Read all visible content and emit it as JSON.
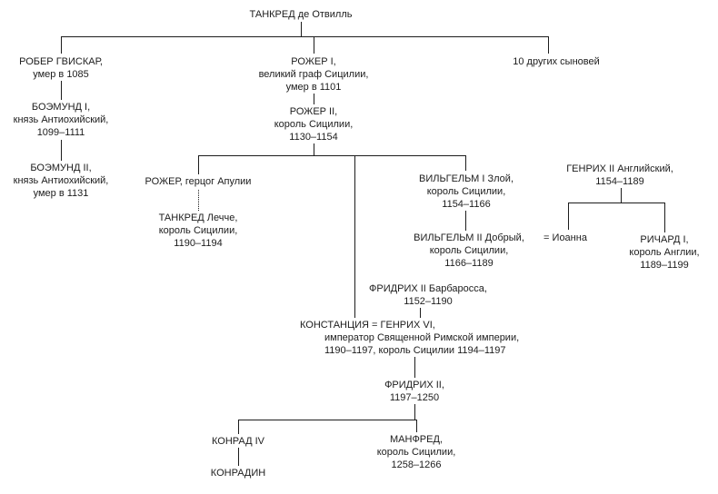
{
  "diagram": {
    "type": "family-tree",
    "background_color": "#ffffff",
    "line_color": "#1c1c1c",
    "text_color": "#1c1c1c",
    "root": "ТАНКРЕД де Отвилль"
  },
  "nodes": {
    "tancred_hauteville": {
      "lines": [
        "ТАНКРЕД де Отвилль"
      ]
    },
    "robert_guiscard": {
      "lines": [
        "РОБЕР ГВИСКАР,",
        "умер в 1085"
      ]
    },
    "roger_i": {
      "lines": [
        "РОЖЕР I,",
        "великий граф Сицилии,",
        "умер в 1101"
      ]
    },
    "ten_other_sons": {
      "lines": [
        "10 других сыновей"
      ]
    },
    "bohemond_i": {
      "lines": [
        "БОЭМУНД I,",
        "князь Антиохийский,",
        "1099–1111"
      ]
    },
    "bohemond_ii": {
      "lines": [
        "БОЭМУНД II,",
        "князь Антиохийский,",
        "умер в 1131"
      ]
    },
    "roger_ii": {
      "lines": [
        "РОЖЕР II,",
        "король Сицилии,",
        "1130–1154"
      ]
    },
    "roger_apulia": {
      "lines": [
        "РОЖЕР, герцог Апулии"
      ]
    },
    "tancred_lecce": {
      "lines": [
        "ТАНКРЕД Лечче,",
        "король Сицилии,",
        "1190–1194"
      ]
    },
    "william_i": {
      "lines": [
        "ВИЛЬГЕЛЬМ I Злой,",
        "король Сицилии,",
        "1154–1166"
      ]
    },
    "william_ii": {
      "lines": [
        "ВИЛЬГЕЛЬМ II Добрый,",
        "король Сицилии,",
        "1166–1189"
      ]
    },
    "joanna": {
      "lines": [
        "= Иоанна"
      ]
    },
    "henry_ii_england": {
      "lines": [
        "ГЕНРИХ II Английский,",
        "1154–1189"
      ]
    },
    "richard_i": {
      "lines": [
        "РИЧАРД I,",
        "король Англии,",
        "1189–1199"
      ]
    },
    "frederick_barbarossa": {
      "lines": [
        "ФРИДРИХ II Барбаросса,",
        "1152–1190"
      ]
    },
    "constance_henry_vi": {
      "lines": [
        "КОНСТАНЦИЯ = ГЕНРИХ VI,",
        "император Священной Римской империи,",
        "1190–1197, король Сицилии 1194–1197"
      ]
    },
    "frederick_ii": {
      "lines": [
        "ФРИДРИХ II,",
        "1197–1250"
      ]
    },
    "conrad_iv": {
      "lines": [
        "КОНРАД IV"
      ]
    },
    "conradin": {
      "lines": [
        "КОНРАДИН"
      ]
    },
    "manfred": {
      "lines": [
        "МАНФРЕД,",
        "король Сицилии,",
        "1258–1266"
      ]
    }
  }
}
